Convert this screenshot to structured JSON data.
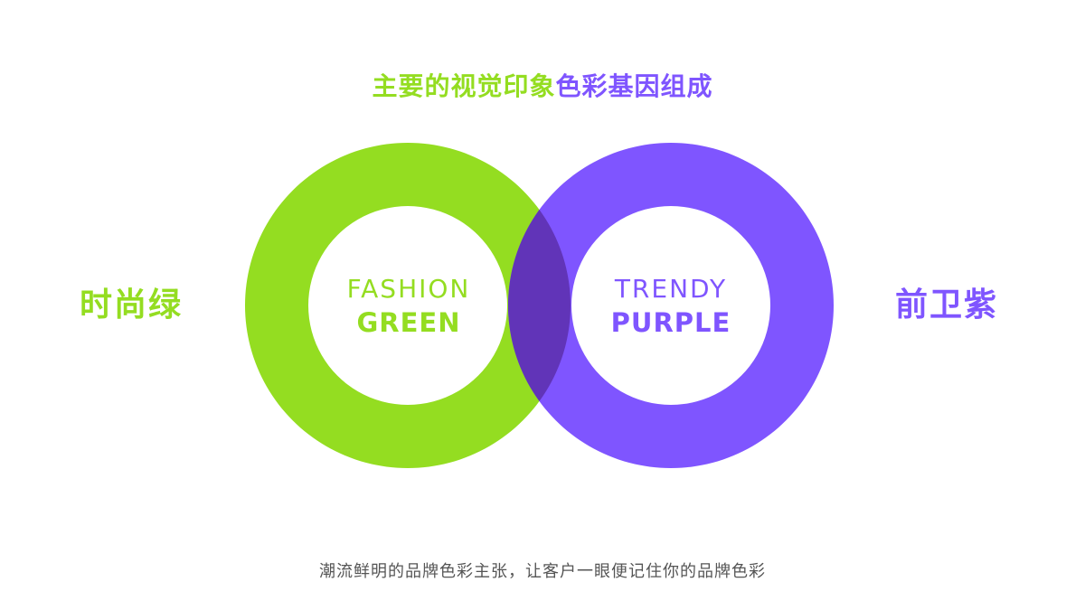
{
  "headline": {
    "part_green": "主要的视觉印象",
    "part_purple": "色彩基因组成"
  },
  "left_label": "时尚绿",
  "right_label": "前卫紫",
  "green_ring": {
    "line1": "FASHION",
    "line2": "GREEN",
    "color": "#94dd21"
  },
  "purple_ring": {
    "line1": "TRENDY",
    "line2": "PURPLE",
    "color": "#7f55ff"
  },
  "overlap_color": "#6134b8",
  "caption": "潮流鲜明的品牌色彩主张，让客户一眼便记住你的品牌色彩"
}
